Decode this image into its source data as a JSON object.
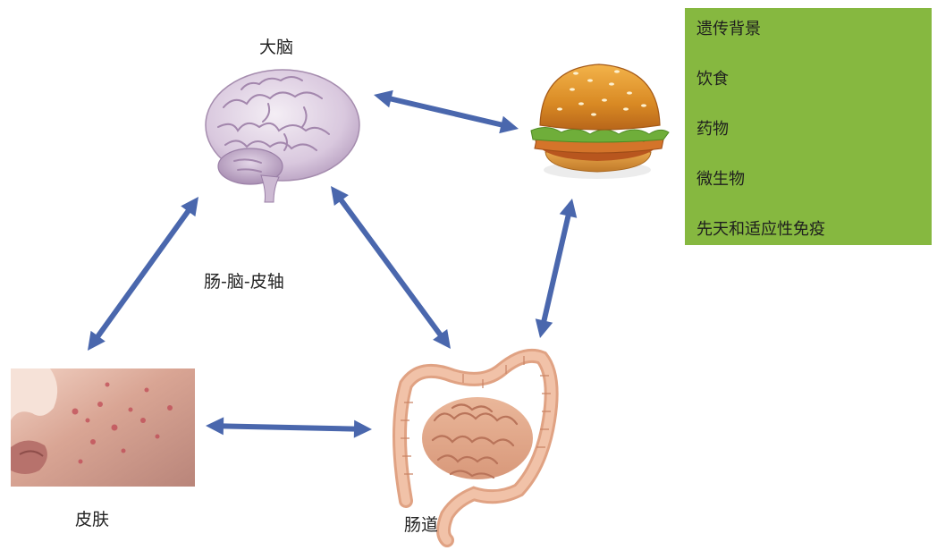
{
  "nodes": {
    "brain": "大脑",
    "skin": "皮肤",
    "gut": "肠道",
    "axis": "肠-脑-皮轴"
  },
  "factors": [
    "遗传背景",
    "饮食",
    "药物",
    "微生物",
    "先天和适应性免疫"
  ],
  "colors": {
    "arrow": "#4a67ad",
    "factor_box": "#86b840"
  },
  "icons": [
    "brain-illustration",
    "burger-illustration",
    "skin-photo",
    "intestine-illustration"
  ]
}
